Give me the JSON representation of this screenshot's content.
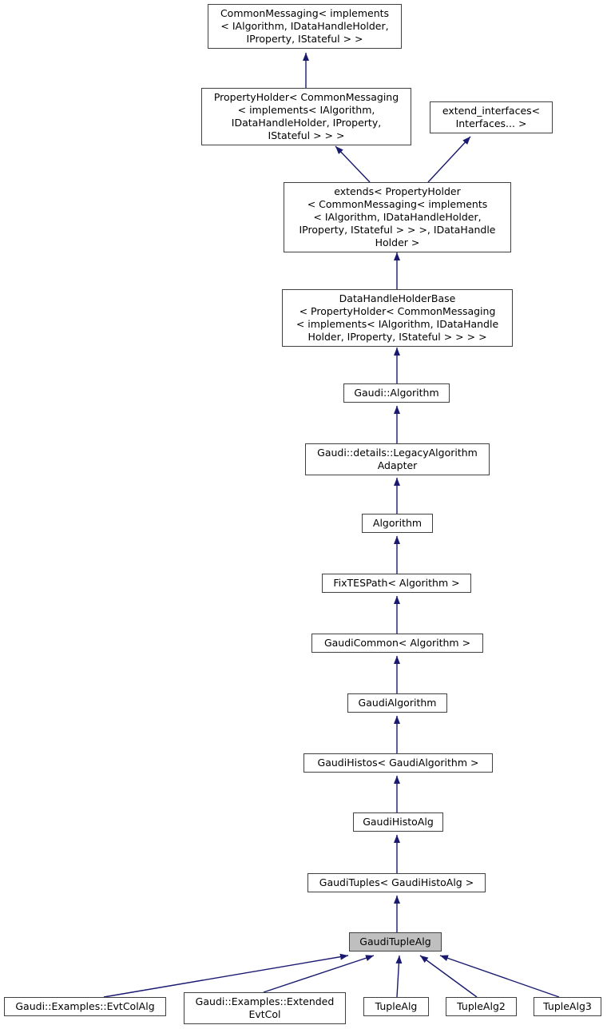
{
  "diagram": {
    "type": "class-inheritance-graph",
    "highlighted_node": "GaudiTupleAlg",
    "colors": {
      "arrow": "#191970",
      "node-border": "#404040",
      "node-fill": "#ffffff",
      "highlight-fill": "#bfbfbf",
      "text": "#000000",
      "background": "#ffffff"
    },
    "nodes": [
      {
        "id": "common-messaging",
        "label": "CommonMessaging< implements\n< IAlgorithm, IDataHandleHolder,\nIProperty, IStateful > >"
      },
      {
        "id": "property-holder",
        "label": "PropertyHolder< CommonMessaging\n< implements< IAlgorithm,\nIDataHandleHolder, IProperty,\nIStateful > > >"
      },
      {
        "id": "extend-interfaces",
        "label": "extend_interfaces<\nInterfaces... >"
      },
      {
        "id": "extends",
        "label": "extends< PropertyHolder\n< CommonMessaging< implements\n< IAlgorithm, IDataHandleHolder,\nIProperty, IStateful > > >, IDataHandle\nHolder >"
      },
      {
        "id": "data-handle-holder-base",
        "label": "DataHandleHolderBase\n< PropertyHolder< CommonMessaging\n< implements< IAlgorithm, IDataHandle\nHolder, IProperty, IStateful > > > >"
      },
      {
        "id": "gaudi-algorithm",
        "label": "Gaudi::Algorithm"
      },
      {
        "id": "legacy-algorithm-adapter",
        "label": "Gaudi::details::LegacyAlgorithm\nAdapter"
      },
      {
        "id": "algorithm",
        "label": "Algorithm"
      },
      {
        "id": "fixtespath",
        "label": "FixTESPath< Algorithm >"
      },
      {
        "id": "gaudicommon",
        "label": "GaudiCommon< Algorithm >"
      },
      {
        "id": "gaudialgorithm",
        "label": "GaudiAlgorithm"
      },
      {
        "id": "gaudihistos",
        "label": "GaudiHistos< GaudiAlgorithm >"
      },
      {
        "id": "gaudihistoalg",
        "label": "GaudiHistoAlg"
      },
      {
        "id": "gaudituples",
        "label": "GaudiTuples< GaudiHistoAlg >"
      },
      {
        "id": "gaudituplealg",
        "label": "GaudiTupleAlg"
      },
      {
        "id": "evtcolalg",
        "label": "Gaudi::Examples::EvtColAlg"
      },
      {
        "id": "extendedevtcol",
        "label": "Gaudi::Examples::Extended\nEvtCol"
      },
      {
        "id": "tuplealg",
        "label": "TupleAlg"
      },
      {
        "id": "tuplealg2",
        "label": "TupleAlg2"
      },
      {
        "id": "tuplealg3",
        "label": "TupleAlg3"
      }
    ],
    "edges": [
      {
        "from": "property-holder",
        "to": "common-messaging"
      },
      {
        "from": "extends",
        "to": "property-holder"
      },
      {
        "from": "extends",
        "to": "extend-interfaces"
      },
      {
        "from": "data-handle-holder-base",
        "to": "extends"
      },
      {
        "from": "gaudi-algorithm",
        "to": "data-handle-holder-base"
      },
      {
        "from": "legacy-algorithm-adapter",
        "to": "gaudi-algorithm"
      },
      {
        "from": "algorithm",
        "to": "legacy-algorithm-adapter"
      },
      {
        "from": "fixtespath",
        "to": "algorithm"
      },
      {
        "from": "gaudicommon",
        "to": "fixtespath"
      },
      {
        "from": "gaudialgorithm",
        "to": "gaudicommon"
      },
      {
        "from": "gaudihistos",
        "to": "gaudialgorithm"
      },
      {
        "from": "gaudihistoalg",
        "to": "gaudihistos"
      },
      {
        "from": "gaudituples",
        "to": "gaudihistoalg"
      },
      {
        "from": "gaudituplealg",
        "to": "gaudituples"
      },
      {
        "from": "evtcolalg",
        "to": "gaudituplealg"
      },
      {
        "from": "extendedevtcol",
        "to": "gaudituplealg"
      },
      {
        "from": "tuplealg",
        "to": "gaudituplealg"
      },
      {
        "from": "tuplealg2",
        "to": "gaudituplealg"
      },
      {
        "from": "tuplealg3",
        "to": "gaudituplealg"
      }
    ]
  }
}
